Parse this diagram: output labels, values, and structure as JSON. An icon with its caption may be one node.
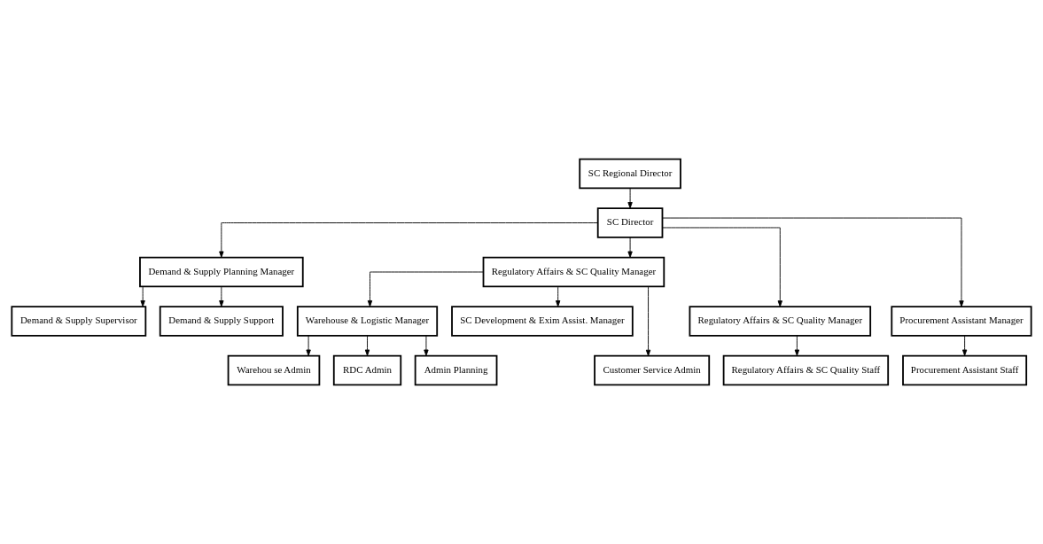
{
  "diagram": {
    "nodes": [
      {
        "text": [
          "SC Regional Director"
        ]
      },
      {
        "text": [
          "SC Director"
        ]
      },
      {
        "text": [
          "Demand & Supply Planning Manager"
        ]
      },
      {
        "text": [
          "Regulatory Affairs & SC Quality Manager"
        ]
      },
      {
        "text": [
          "Regulatory Affairs & SC Quality Manager"
        ]
      },
      {
        "text": [
          "Warehouse & Logistic Manager"
        ]
      },
      {
        "text": [
          "Demand & Supply Supervisor"
        ]
      },
      {
        "text": [
          "Demand & Supply Support"
        ]
      },
      {
        "text": [
          "Procurement Assistant Manager"
        ]
      },
      {
        "text": [
          "SC Development & Exim Assist. Manager"
        ]
      },
      {
        "text": [
          "Regulatory Affairs & SC Quality Staff"
        ]
      },
      {
        "text": [
          "Procurement Assistant Staff"
        ]
      },
      {
        "text": [
          "Warehou se Admin"
        ]
      },
      {
        "text": [
          "RDC Admin"
        ]
      },
      {
        "text": [
          "Admin Planning"
        ]
      },
      {
        "text": [
          "Customer Service Admin"
        ]
      }
    ],
    "edges": [
      {
        "from": 0,
        "to": 1,
        "arrow": "to"
      },
      {
        "from": 1,
        "to": 2,
        "arrow": "to"
      },
      {
        "from": 1,
        "to": 4,
        "arrow": "to"
      },
      {
        "from": 1,
        "to": 8,
        "arrow": "to"
      },
      {
        "from": 1,
        "to": 3,
        "arrow": "to"
      },
      {
        "from": 2,
        "to": 6,
        "arrow": "to"
      },
      {
        "from": 2,
        "to": 7,
        "arrow": "to"
      },
      {
        "from": 4,
        "to": 10,
        "arrow": "to"
      },
      {
        "from": 8,
        "to": 11,
        "arrow": "to"
      },
      {
        "from": 3,
        "to": 5,
        "arrow": "to"
      },
      {
        "from": 3,
        "to": 9,
        "arrow": "to"
      },
      {
        "from": 3,
        "to": 15,
        "arrow": "to"
      },
      {
        "from": 5,
        "to": 12,
        "arrow": "to"
      },
      {
        "from": 5,
        "to": 13,
        "arrow": "to"
      },
      {
        "from": 5,
        "to": 14,
        "arrow": "to"
      }
    ]
  }
}
